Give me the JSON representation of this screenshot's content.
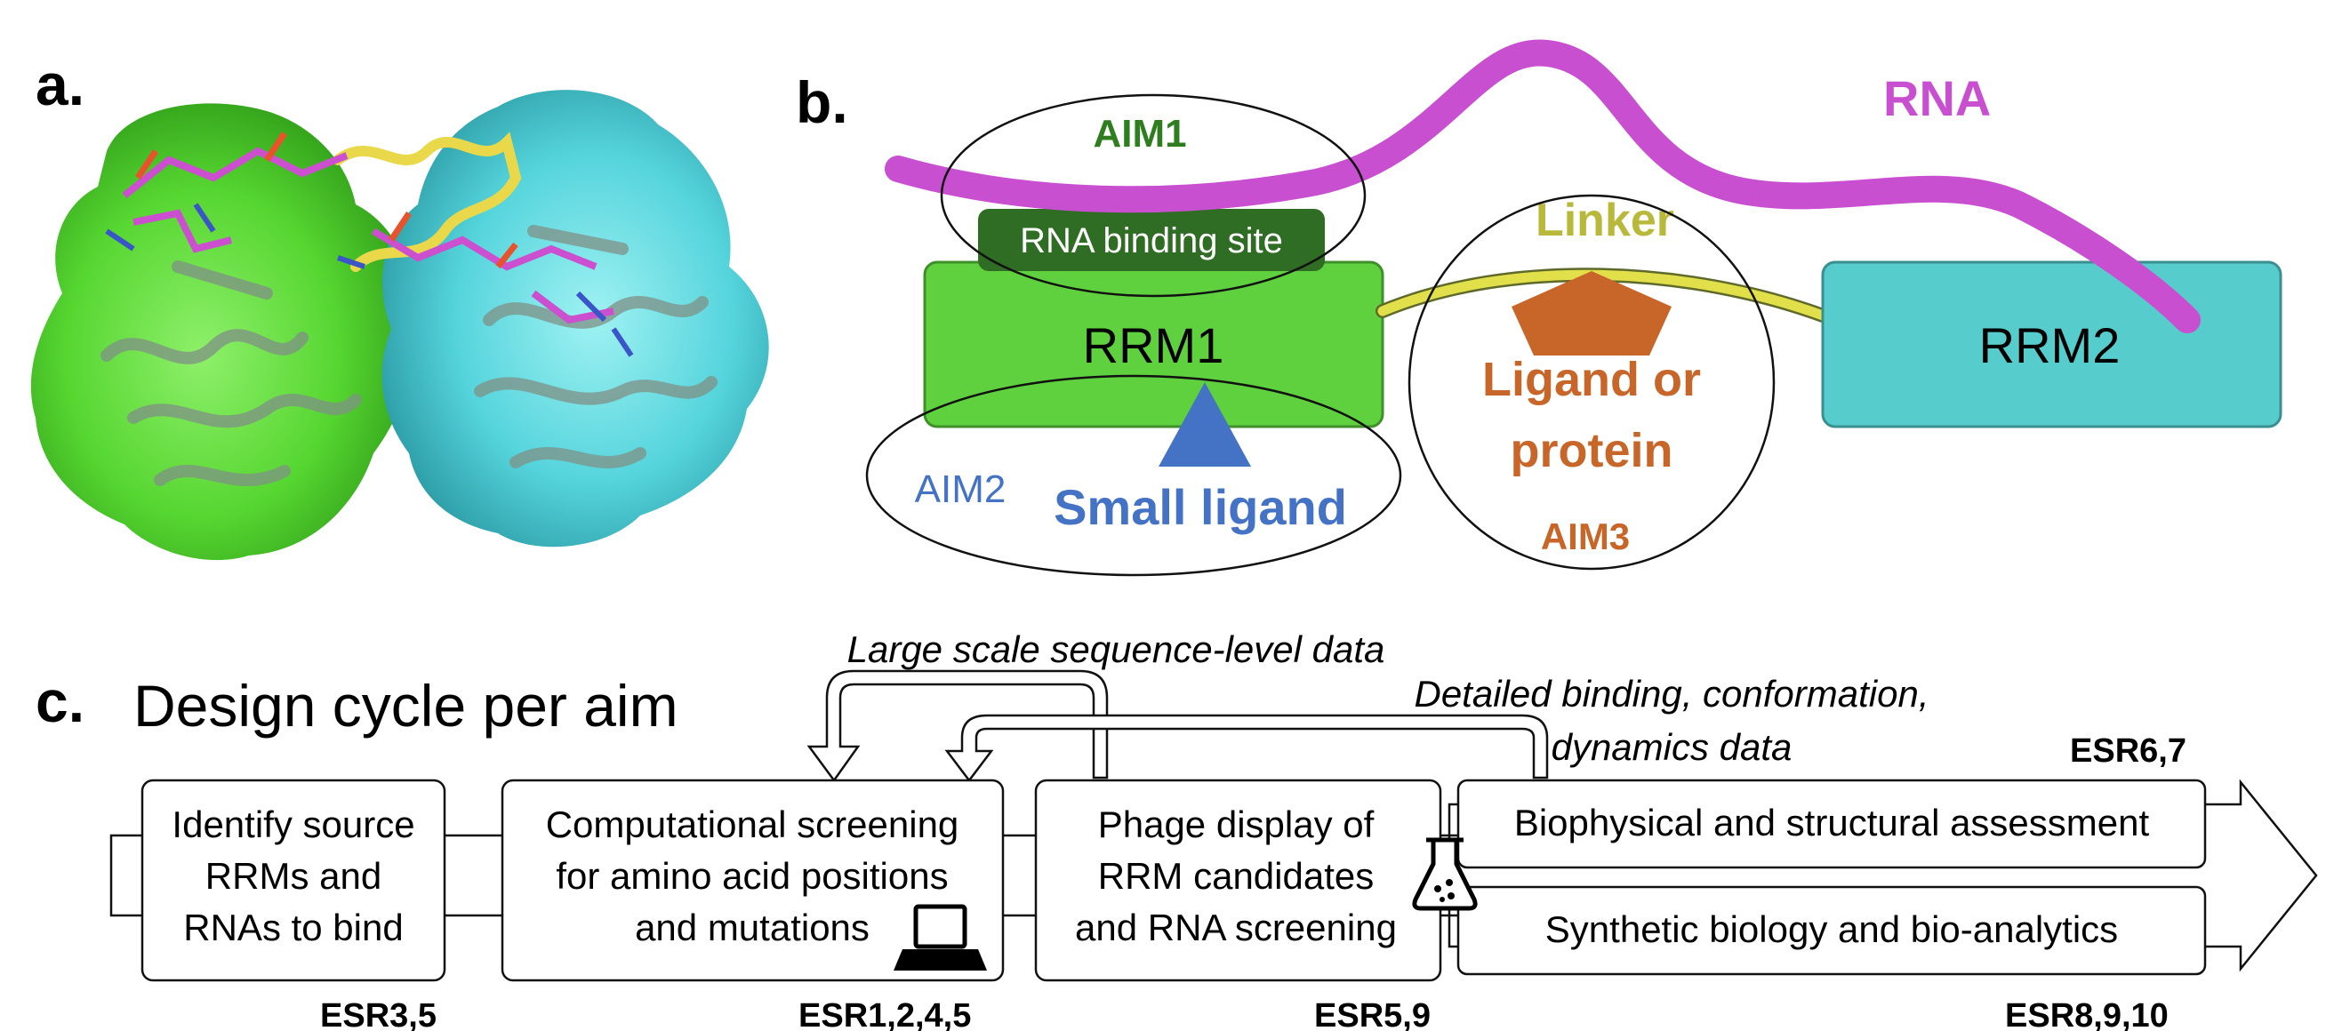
{
  "panel_a": {
    "label": "a."
  },
  "panel_b": {
    "label": "b.",
    "rna_label": "RNA",
    "aim1": "AIM1",
    "rna_binding_site": "RNA binding site",
    "rrm1": "RRM1",
    "rrm2": "RRM2",
    "linker": "Linker",
    "aim2": "AIM2",
    "small_ligand": "Small ligand",
    "ligand_or_protein_line1": "Ligand or",
    "ligand_or_protein_line2": "protein",
    "aim3": "AIM3",
    "colors": {
      "rna": "#c94fd1",
      "aim1_text": "#2e7d1f",
      "binding_site": "#2f6d24",
      "rrm1": "#5fd13e",
      "rrm2": "#57cccc",
      "linker": "#b8b83a",
      "aim2_text": "#4472c4",
      "small_ligand": "#4472c4",
      "ligand_protein": "#c8662a"
    }
  },
  "panel_c": {
    "label": "c.",
    "title": "Design cycle per aim",
    "feedback_top": "Large scale sequence-level data",
    "feedback_mid_line1": "Detailed binding, conformation,",
    "feedback_mid_line2": "dynamics data",
    "box1": [
      "Identify source",
      "RRMs and",
      "RNAs to bind"
    ],
    "box2": [
      "Computational screening",
      "for amino acid positions",
      "and mutations"
    ],
    "box3": [
      "Phage display of",
      "RRM candidates",
      "and RNA screening"
    ],
    "box4": "Biophysical and structural assessment",
    "box5": "Synthetic biology and bio-analytics",
    "esr_box1": "ESR3,5",
    "esr_box2": "ESR1,2,4,5",
    "esr_box3": "ESR5,9",
    "esr_box4": "ESR6,7",
    "esr_box5": "ESR8,9,10",
    "icons": [
      "laptop-icon",
      "flask-icon"
    ]
  }
}
